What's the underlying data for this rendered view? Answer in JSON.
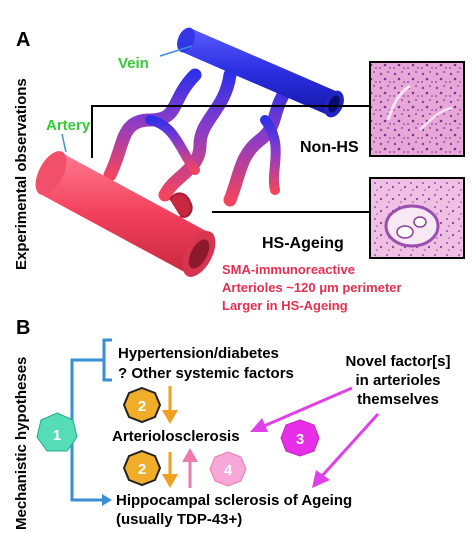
{
  "panel_a": {
    "letter": "A",
    "side_label": "Experimental observations",
    "vein_label": "Vein",
    "artery_label": "Artery",
    "non_hs_label": "Non-HS",
    "hs_ageing_label": "HS-Ageing",
    "caption_lines": [
      "SMA-immunoreactive",
      "Arterioles ~120 μm perimeter",
      "Larger in HS-Ageing"
    ]
  },
  "panel_b": {
    "letter": "B",
    "side_label": "Mechanistic hypotheses",
    "factors_line1": "Hypertension/diabetes",
    "factors_line2": "? Other systemic factors",
    "arteriolosclerosis": "Arteriolosclerosis",
    "hs_line1": "Hippocampal sclerosis of Ageing",
    "hs_line2": "(usually TDP-43+)",
    "novel_lines": [
      "Novel factor[s]",
      "in arterioles",
      "themselves"
    ],
    "badges": {
      "b1": "1",
      "b2a": "2",
      "b2b": "2",
      "b3": "3",
      "b4": "4"
    }
  },
  "colors": {
    "vein_blue": "#2a2ee0",
    "artery_red": "#f0445e",
    "label_green": "#33cc33",
    "caption_red": "#e8304e",
    "bracket_blue": "#3a8fd8",
    "badge_teal": "#55ddb8",
    "badge_orange": "#f0ad2a",
    "badge_magenta": "#e82ee8",
    "badge_pink": "#f278c8",
    "arrow_orange": "#f0a020",
    "arrow_pink": "#f07ab0",
    "arrow_magenta": "#e040e8"
  }
}
